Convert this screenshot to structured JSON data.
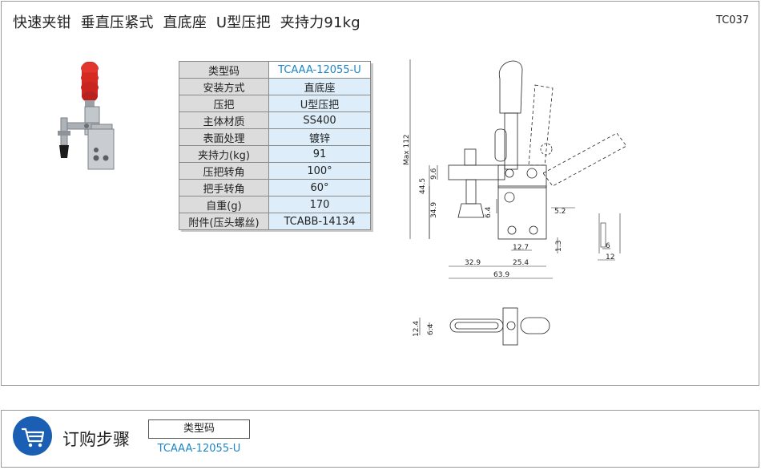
{
  "header": {
    "title": "快速夹钳  垂直压紧式  直底座  U型压把  夹持力91kg",
    "code": "TC037"
  },
  "spec_table": {
    "rows": [
      {
        "key": "类型码",
        "value": "TCAAA-12055-U"
      },
      {
        "key": "安装方式",
        "value": "直底座"
      },
      {
        "key": "压把",
        "value": "U型压把"
      },
      {
        "key": "主体材质",
        "value": "SS400"
      },
      {
        "key": "表面处理",
        "value": "镀锌"
      },
      {
        "key": "夹持力(kg)",
        "value": "91"
      },
      {
        "key": "压把转角",
        "value": "100°"
      },
      {
        "key": "把手转角",
        "value": "60°"
      },
      {
        "key": "自重(g)",
        "value": "170"
      },
      {
        "key": "附件(压头螺丝)",
        "value": "TCABB-14134"
      }
    ]
  },
  "drawing": {
    "dims": {
      "max_height": "Max 112",
      "d44_5": "44.5",
      "d9_6": "9.6",
      "d34_9": "34.9",
      "d6_4": "6.4",
      "d5_2": "5.2",
      "d12_7": "12.7",
      "d1_3": "1.3",
      "d32_9": "32.9",
      "d25_4": "25.4",
      "d63_9": "63.9",
      "d6": "6",
      "d12": "12",
      "b12_4": "12.4",
      "b6_4": "6.4"
    }
  },
  "order": {
    "title": "订购步骤",
    "box_label": "类型码",
    "value": "TCAAA-12055-U",
    "icon": "cart-icon"
  },
  "colors": {
    "model_text": "#1c86c6",
    "cart_bg": "#1a5fb4",
    "handle_red": "#d42a22",
    "value_cell": "#ddeefa"
  }
}
